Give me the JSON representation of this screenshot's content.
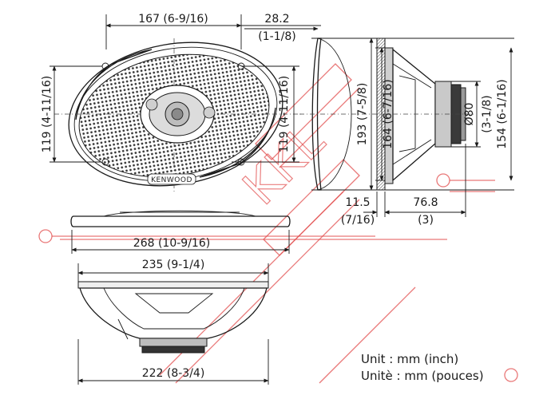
{
  "brand": "KENWOOD",
  "dimensions": {
    "top_width": "167 (6-9/16)",
    "depth_28_mm": "28.2",
    "depth_28_in": "(1-1/8)",
    "height_left": "119 (4-11/16)",
    "height_right": "119 (4-11/16)",
    "side_193": "193 (7-5/8)",
    "side_164": "164 (6-7/16)",
    "magnet_dia": "Ø80",
    "magnet_dia_in": "(3-1/8)",
    "side_154": "154 (6-1/16)",
    "flange_mm": "11.5",
    "flange_in": "(7/16)",
    "mount_depth_mm": "76.8",
    "mount_depth_in": "(3)",
    "overall_width": "268 (10-9/16)",
    "width_235": "235 (9-1/4)",
    "width_222": "222 (8-3/4)"
  },
  "units": {
    "line1": "Unit : mm (inch)",
    "line2": "Unitè : mm (pouces)"
  },
  "watermark": {
    "text": "KKL"
  }
}
